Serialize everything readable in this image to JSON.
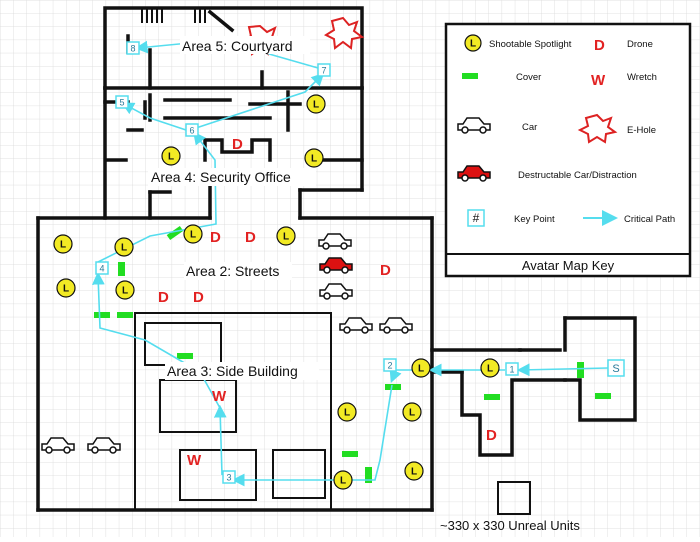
{
  "map": {
    "areas": [
      {
        "name": "Area 5: Courtyard"
      },
      {
        "name": "Area 4: Security Office"
      },
      {
        "name": "Area 2: Streets"
      },
      {
        "name": "Area 3: Side Building"
      }
    ],
    "key_points": [
      "1",
      "2",
      "3",
      "4",
      "5",
      "6",
      "7",
      "8"
    ],
    "spotlight_symbol": "L",
    "drone_symbol": "D",
    "wretch_symbol": "W",
    "start_symbol": "S",
    "scale_note": "~330 x 330 Unreal Units"
  },
  "legend": {
    "title": "Avatar Map Key",
    "items": [
      {
        "label": "Shootable Spotlight"
      },
      {
        "label": "Drone"
      },
      {
        "label": "Cover"
      },
      {
        "label": "Wretch"
      },
      {
        "label": "Car"
      },
      {
        "label": "E-Hole"
      },
      {
        "label": "Destructable Car/Distraction"
      },
      {
        "label": "Key Point"
      },
      {
        "label": "Critical Path"
      }
    ],
    "key_point_glyph": "#"
  },
  "colors": {
    "wall": "#111111",
    "grid": "#d9d9d9",
    "spotlight_fill": "#f2ea24",
    "drone": "#e22222",
    "cover": "#22dd22",
    "critical_path": "#55ddee",
    "destructible_car": "#dd1111",
    "ehole": "#dd2222"
  }
}
